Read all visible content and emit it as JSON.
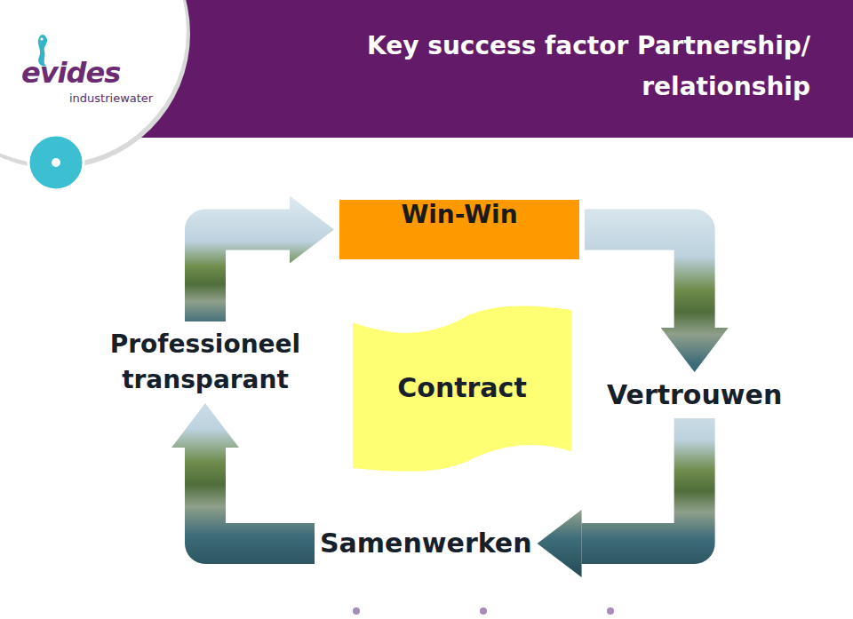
{
  "diagram": {
    "title": "Key success factor Partnership/ relationship",
    "nodes": [
      {
        "text": [
          "Win-Win"
        ]
      },
      {
        "text": [
          "Professioneel transparant"
        ]
      },
      {
        "text": [
          "Contract"
        ]
      },
      {
        "text": [
          "Vertrouwen"
        ]
      },
      {
        "text": [
          "Samenwerken"
        ]
      }
    ],
    "edges": [
      {
        "from": 1,
        "to": 0,
        "arrow": "to"
      },
      {
        "from": 0,
        "to": 3,
        "arrow": "to"
      },
      {
        "from": 3,
        "to": 4,
        "arrow": "to"
      },
      {
        "from": 4,
        "to": 1,
        "arrow": "to"
      }
    ],
    "labels": [
      "evides",
      "industriewater"
    ]
  }
}
